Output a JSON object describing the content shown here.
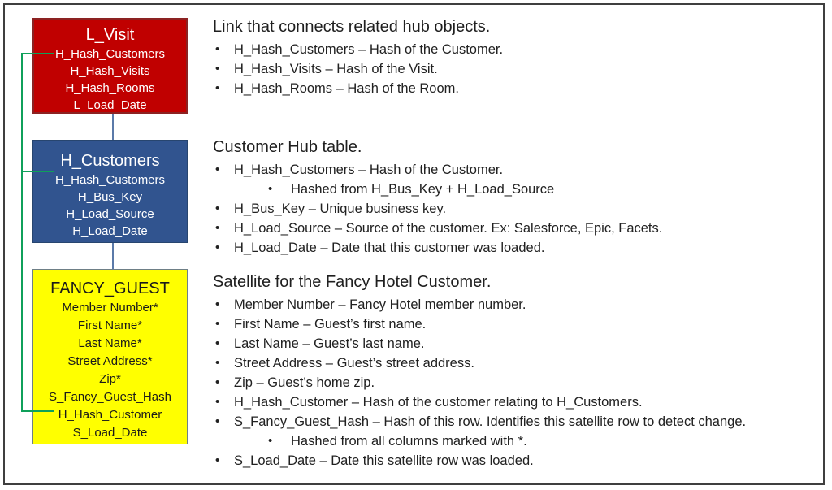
{
  "slide": {
    "background": "#ffffff",
    "border_color": "#3f3f3f"
  },
  "connectors": {
    "hash_link_color": "#0fa05a",
    "hierarchy_color": "#5b7aa9"
  },
  "entities": [
    {
      "title": "L_Visit",
      "fields": [
        "H_Hash_Customers",
        "H_Hash_Visits",
        "H_Hash_Rooms",
        "L_Load_Date"
      ],
      "fill": "#c00000",
      "border": "#8c2222",
      "text_color": "#ffffff"
    },
    {
      "title": "H_Customers",
      "fields": [
        "H_Hash_Customers",
        "H_Bus_Key",
        "H_Load_Source",
        "H_Load_Date"
      ],
      "fill": "#31548f",
      "border": "#27456f",
      "text_color": "#ffffff"
    },
    {
      "title": "FANCY_GUEST",
      "fields": [
        "Member Number*",
        "First Name*",
        "Last Name*",
        "Street Address*",
        "Zip*",
        "S_Fancy_Guest_Hash",
        "H_Hash_Customer",
        "S_Load_Date"
      ],
      "fill": "#ffff00",
      "border": "#6e7f87",
      "text_color": "#1a1a1a"
    }
  ],
  "sections": [
    {
      "heading": "Link that connects related hub objects.",
      "bullets": [
        {
          "level": 1,
          "text": "H_Hash_Customers – Hash of the Customer."
        },
        {
          "level": 1,
          "text": "H_Hash_Visits – Hash of the Visit."
        },
        {
          "level": 1,
          "text": "H_Hash_Rooms – Hash of the Room."
        }
      ]
    },
    {
      "heading": "Customer Hub table.",
      "bullets": [
        {
          "level": 1,
          "text": "H_Hash_Customers – Hash of the Customer."
        },
        {
          "level": 2,
          "text": "Hashed from H_Bus_Key + H_Load_Source"
        },
        {
          "level": 1,
          "text": "H_Bus_Key – Unique business key."
        },
        {
          "level": 1,
          "text": "H_Load_Source – Source of the customer. Ex: Salesforce, Epic, Facets."
        },
        {
          "level": 1,
          "text": "H_Load_Date – Date that this customer was loaded."
        }
      ]
    },
    {
      "heading": "Satellite for the Fancy Hotel Customer.",
      "bullets": [
        {
          "level": 1,
          "text": "Member Number – Fancy Hotel member number."
        },
        {
          "level": 1,
          "text": "First Name – Guest’s first name."
        },
        {
          "level": 1,
          "text": "Last Name – Guest’s last name."
        },
        {
          "level": 1,
          "text": "Street Address – Guest’s street address."
        },
        {
          "level": 1,
          "text": "Zip – Guest’s home zip."
        },
        {
          "level": 1,
          "text": "H_Hash_Customer – Hash of the customer relating to H_Customers."
        },
        {
          "level": 1,
          "text": "S_Fancy_Guest_Hash – Hash of this row. Identifies this satellite row to detect change."
        },
        {
          "level": 2,
          "text": "Hashed from all columns marked with *."
        },
        {
          "level": 1,
          "text": "S_Load_Date – Date this satellite row was loaded."
        }
      ]
    }
  ]
}
